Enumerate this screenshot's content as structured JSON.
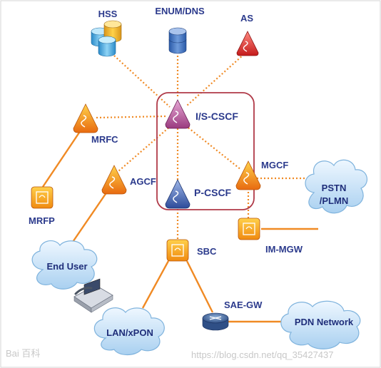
{
  "nodes": {
    "hss": "HSS",
    "enum_dns": "ENUM/DNS",
    "as": "AS",
    "is_cscf": "I/S-CSCF",
    "mrfc": "MRFC",
    "mgcf": "MGCF",
    "agcf": "AGCF",
    "p_cscf": "P-CSCF",
    "mrfp": "MRFP",
    "pstn_line1": "PSTN",
    "pstn_line2": "/PLMN",
    "im_mgw": "IM-MGW",
    "end_user": "End User",
    "sbc": "SBC",
    "sae_gw": "SAE-GW",
    "lan_xpon": "LAN/xPON",
    "pdn_network": "PDN Network"
  },
  "watermarks": {
    "url": "https://blog.csdn.net/qq_35427437",
    "baidu": "Bai 百科"
  },
  "colors": {
    "signaling_link": "#f08a24",
    "media_link": "#f08a24",
    "ims_core_box": "#b03a48",
    "label_text": "#2b3a8c",
    "cloud_fill": "#cfe6f7",
    "triangle_fill": "#f59a1c",
    "square_fill": "#f7a51f"
  }
}
